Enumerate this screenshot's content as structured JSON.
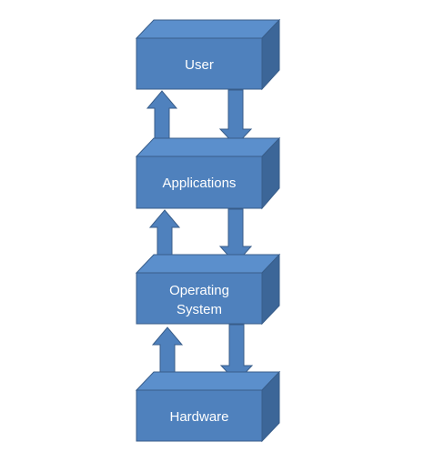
{
  "layers": [
    {
      "id": "user",
      "lines": [
        "User"
      ]
    },
    {
      "id": "applications",
      "lines": [
        "Applications"
      ]
    },
    {
      "id": "operating-system",
      "lines": [
        "Operating",
        "System"
      ]
    },
    {
      "id": "hardware",
      "lines": [
        "Hardware"
      ]
    }
  ],
  "colors": {
    "front": "#4f81bd",
    "top": "#5b8fcc",
    "side": "#3c6698",
    "stroke": "#385d8a",
    "arrow": "#4f81bd",
    "text": "#ffffff"
  }
}
